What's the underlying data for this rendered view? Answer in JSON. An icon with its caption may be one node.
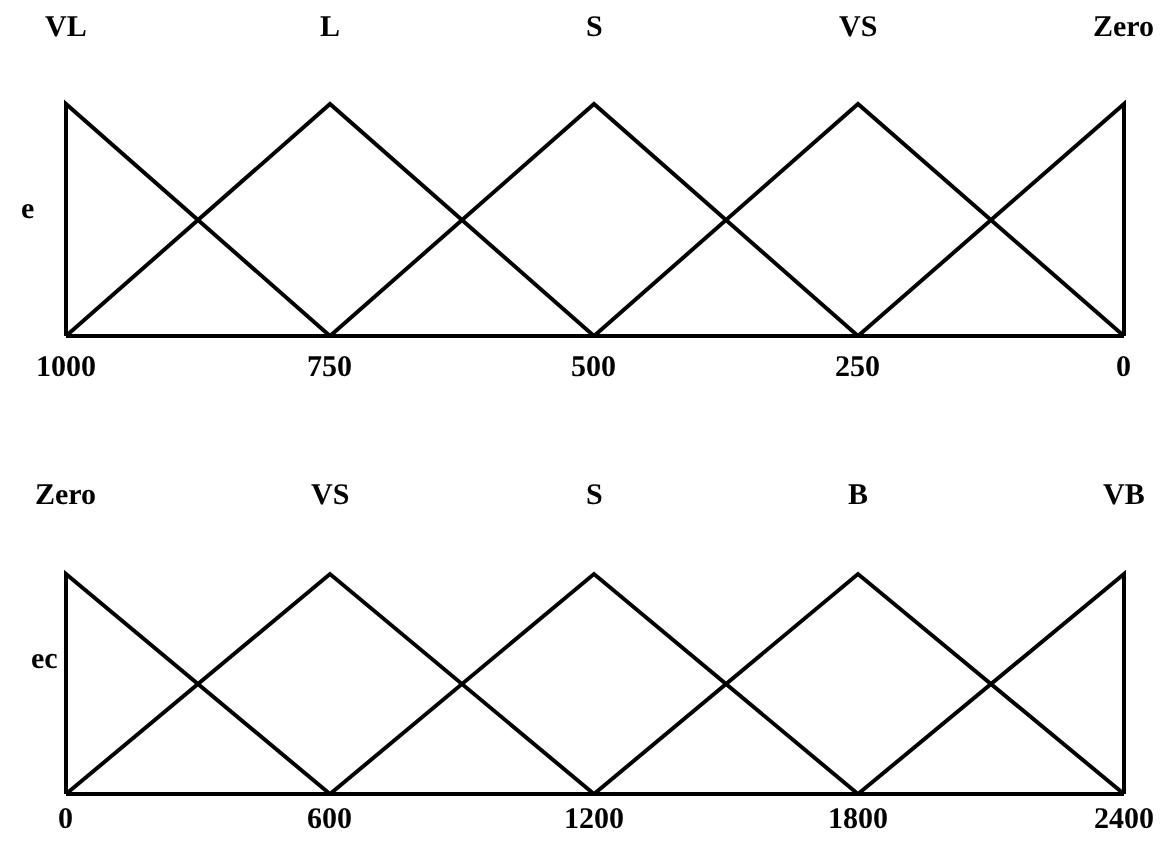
{
  "diagram": {
    "labels": [
      "VL",
      "L",
      "S",
      "VS",
      "Zero",
      "e",
      "1000",
      "750",
      "500",
      "250",
      "0",
      "Zero",
      "VS",
      "S",
      "B",
      "VB",
      "ec",
      "0",
      "600",
      "1200",
      "1800",
      "2400"
    ]
  }
}
